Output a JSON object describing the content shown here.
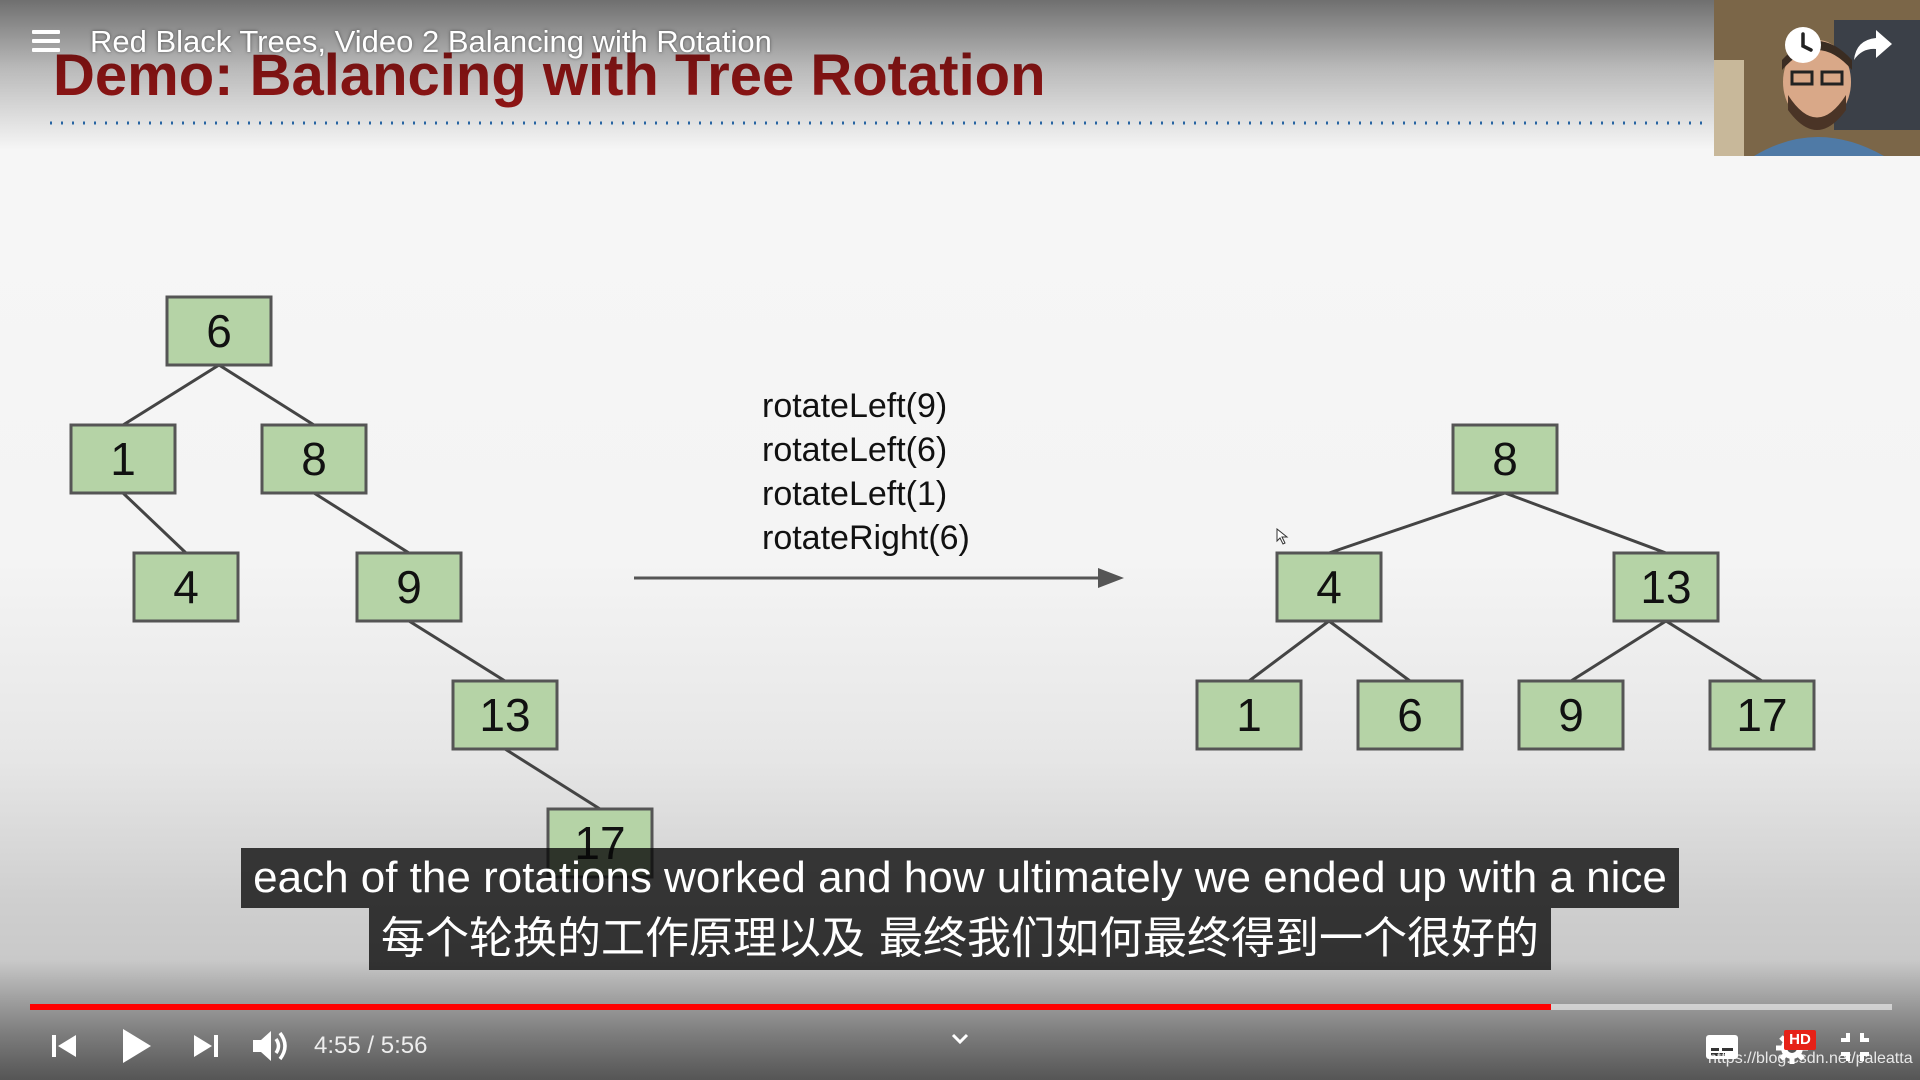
{
  "video": {
    "title": "Red Black Trees, Video 2 Balancing with Rotation",
    "current_time": "4:55",
    "time_separator": " / ",
    "duration": "5:56",
    "progress_fraction": 0.817,
    "quality_badge": "HD"
  },
  "slide": {
    "title": "Demo: Balancing with Tree Rotation",
    "operations": [
      "rotateLeft(9)",
      "rotateLeft(6)",
      "rotateLeft(1)",
      "rotateRight(6)"
    ],
    "tree_before": [
      "6",
      "1",
      "8",
      "4",
      "9",
      "13",
      "17"
    ],
    "tree_after": [
      "8",
      "4",
      "13",
      "1",
      "6",
      "9",
      "17"
    ]
  },
  "subtitles": {
    "english": "each of the rotations worked and how ultimately we ended up with a nice",
    "chinese": "每个轮换的工作原理以及 最终我们如何最终得到一个很好的"
  },
  "watermark": "https://blog.csdn.net/paleatta",
  "colors": {
    "node_fill": "#b5d3a6",
    "node_border": "#555555",
    "title_red": "#a31818",
    "progress_red": "#ff0000"
  },
  "icons": {
    "menu": "playlist-menu-icon",
    "watch_later": "clock-icon",
    "share": "share-arrow-icon",
    "previous": "skip-previous-icon",
    "play": "play-icon",
    "next": "skip-next-icon",
    "volume": "volume-icon",
    "chevron": "chevron-down-icon",
    "subtitles": "subtitles-icon",
    "settings": "settings-gear-icon",
    "exit_fullscreen": "exit-fullscreen-icon"
  }
}
